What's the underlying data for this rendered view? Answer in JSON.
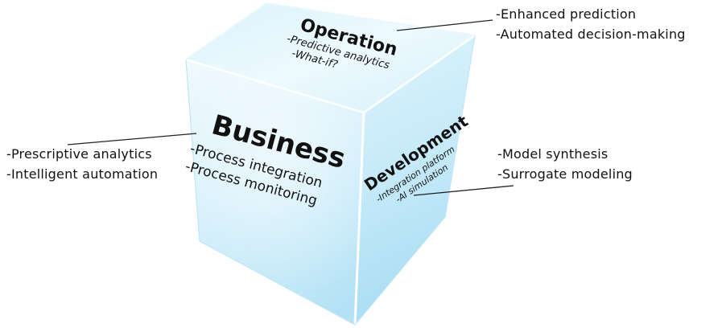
{
  "faces": {
    "top": {
      "title": "Operation",
      "items": [
        "-Predictive analytics",
        "-What-if?"
      ]
    },
    "front": {
      "title": "Business",
      "items": [
        "-Process integration",
        "-Process monitoring"
      ]
    },
    "side": {
      "title": "Development",
      "items": [
        "-Integration platform",
        "-AI simulation"
      ]
    }
  },
  "callouts": {
    "top": [
      "-Enhanced prediction",
      "-Automated decision-making"
    ],
    "left": [
      "-Prescriptive analytics",
      "-Intelligent automation"
    ],
    "right": [
      "-Model synthesis",
      "-Surrogate modeling"
    ]
  },
  "colors": {
    "cube_light": "#e6f6fd",
    "cube_mid": "#c3e9f8",
    "cube_dark": "#a5dcf2",
    "edge_highlight": "#ffffff",
    "text": "#111111",
    "leader_line": "#222222"
  }
}
